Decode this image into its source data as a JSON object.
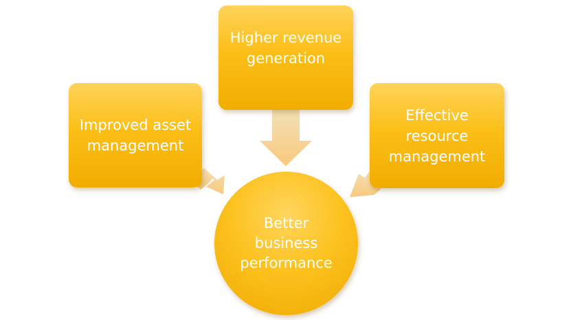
{
  "diagram": {
    "top_node": {
      "line1": "Higher revenue",
      "line2": "generation"
    },
    "left_node": {
      "line1": "Improved asset",
      "line2": "management"
    },
    "right_node": {
      "line1": "Effective",
      "line2": "resource",
      "line3": "management"
    },
    "center_node": {
      "line1": "Better",
      "line2": "business",
      "line3": "performance"
    }
  },
  "colors": {
    "node_fill": "#fbbf17",
    "node_light": "#ffd35a",
    "node_dark": "#f2ac00",
    "arrow_fill": "#f6d69c",
    "text": "#ffffff"
  }
}
